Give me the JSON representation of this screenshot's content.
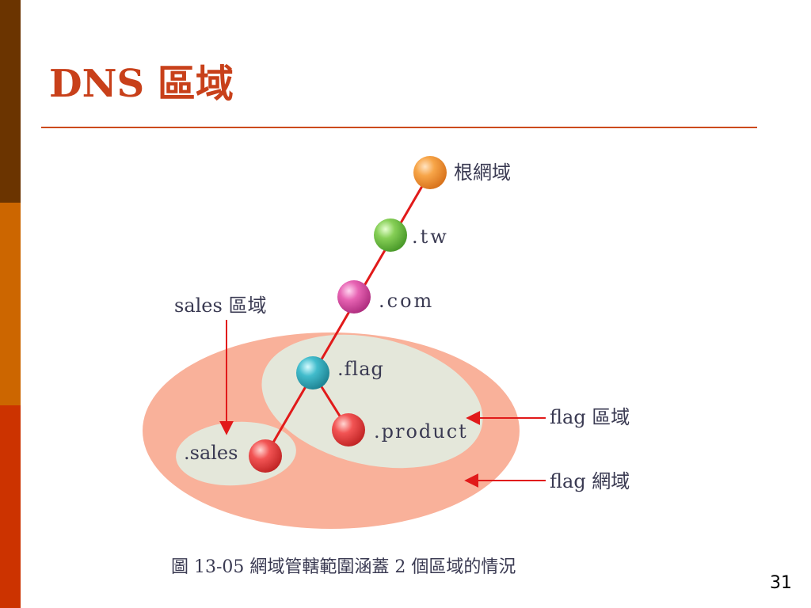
{
  "slide": {
    "title": "DNS 區域",
    "page_number": "31"
  },
  "diagram": {
    "nodes": {
      "root": "根網域",
      "tw": ".tw",
      "com": ".com",
      "flag": ".flag",
      "product": ".product",
      "sales": ".sales"
    },
    "callouts": {
      "sales_zone": "sales 區域",
      "flag_zone": "flag 區域",
      "flag_domain": "flag 網域"
    },
    "caption": "圖 13-05 網域管轄範圍涵蓋 2 個區域的情況"
  },
  "colors": {
    "title": "#c8401a",
    "domain_area": "#f9b19a",
    "zone_area": "#e4e7da",
    "tree_line": "#e11a1a",
    "root_node": "#f39a3c",
    "tw_node": "#7ac64a",
    "com_node": "#e257aa",
    "flag_node": "#3ab4c4",
    "leaf_node": "#ee4a4a"
  }
}
